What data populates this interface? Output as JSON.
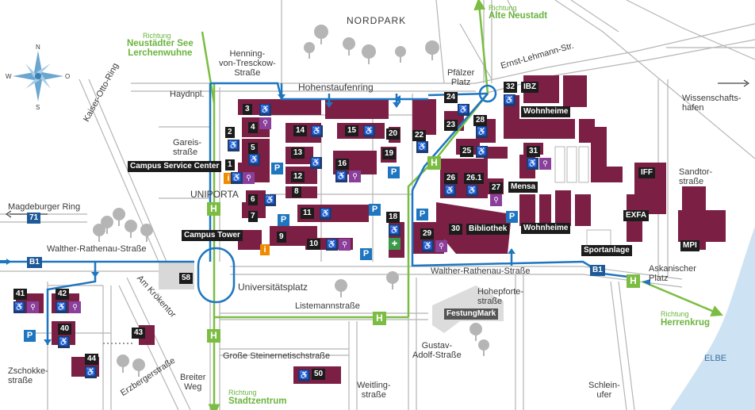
{
  "compass": {
    "n": "N",
    "s": "S",
    "w": "W",
    "o": "O"
  },
  "areas": {
    "nordpark": "NORDPARK",
    "uniporta": "UNIPORTA",
    "elbe": "ELBE"
  },
  "streets": {
    "henning": "Henning-\nvon-Tresckow-\nStraße",
    "hohenstaufenring": "Hohenstaufenring",
    "haydnpl": "Haydnpl.",
    "kaiser_otto": "Kaiser-Otto-Ring",
    "gareis": "Gareis-\nstraße",
    "pfaelzer": "Pfälzer\nPlatz",
    "ernst_lehmann": "Ernst-Lehmann-Str.",
    "wissenschaftshafen": "Wissenschafts-\nhafen",
    "sandtor": "Sandtor-\nstraße",
    "magdeburger_ring": "Magdeburger Ring",
    "walther_left": "Walther-Rathenau-Straße",
    "walther_right": "Walther-Rathenau-Straße",
    "am_kroekentor": "Am Krökentor",
    "universitaetsplatz": "Universitätsplatz",
    "listemann": "Listemannstraße",
    "hohepforte": "Hohepforte-\nstraße",
    "askanischer": "Askanischer\nPlatz",
    "zschokke": "Zschokke-\nstraße",
    "erzberger": "Erzbergerstraße",
    "grosse_steinernetisch": "Große Steinernetischstraße",
    "gustav_adolf": "Gustav-\nAdolf-Straße",
    "breiter_weg": "Breiter\nWeg",
    "weitling": "Weitling-\nstraße",
    "schleinufer": "Schlein-\nufer"
  },
  "directions": {
    "north_left": {
      "prefix": "Richtung",
      "name": "Neustädter See\nLerchenwuhne"
    },
    "north_right": {
      "prefix": "Richtung",
      "name": "Alte Neustadt"
    },
    "south": {
      "prefix": "Richtung",
      "name": "Stadtzentrum"
    },
    "east": {
      "prefix": "Richtung",
      "name": "Herrenkrug"
    }
  },
  "roads": {
    "b1_left": "B1",
    "b1_right": "B1",
    "r71": "71"
  },
  "places": {
    "campus_service_center": "Campus Service Center",
    "campus_tower": "Campus Tower",
    "festungmark": "FestungMark",
    "bibliothek": "Bibliothek",
    "mensa": "Mensa",
    "wohnheime_top": "Wohnheime",
    "wohnheime_bottom": "Wohnheime",
    "sportanlage": "Sportanlage",
    "ibz": "IBZ",
    "iff": "IFF",
    "exfa": "EXFA",
    "mpi": "MPI"
  },
  "building_numbers": [
    "1",
    "2",
    "3",
    "4",
    "5",
    "6",
    "7",
    "8",
    "9",
    "10",
    "11",
    "12",
    "13",
    "14",
    "15",
    "16",
    "18",
    "19",
    "20",
    "22",
    "23",
    "24",
    "25",
    "26",
    "26.1",
    "27",
    "28",
    "29",
    "30",
    "31",
    "32",
    "40",
    "41",
    "42",
    "43",
    "44",
    "50",
    "58"
  ],
  "symbols": {
    "haltestelle": "H",
    "parking": "P",
    "info": "i"
  },
  "colors": {
    "building": "#7c1f45",
    "tram": "#7bbd42",
    "bus": "#1e76c0",
    "road_outline": "#a8a8a8",
    "water": "#cde3f3",
    "wc": "#1f3a6b",
    "family_room": "#8a3f9a",
    "info": "#f08a00"
  }
}
